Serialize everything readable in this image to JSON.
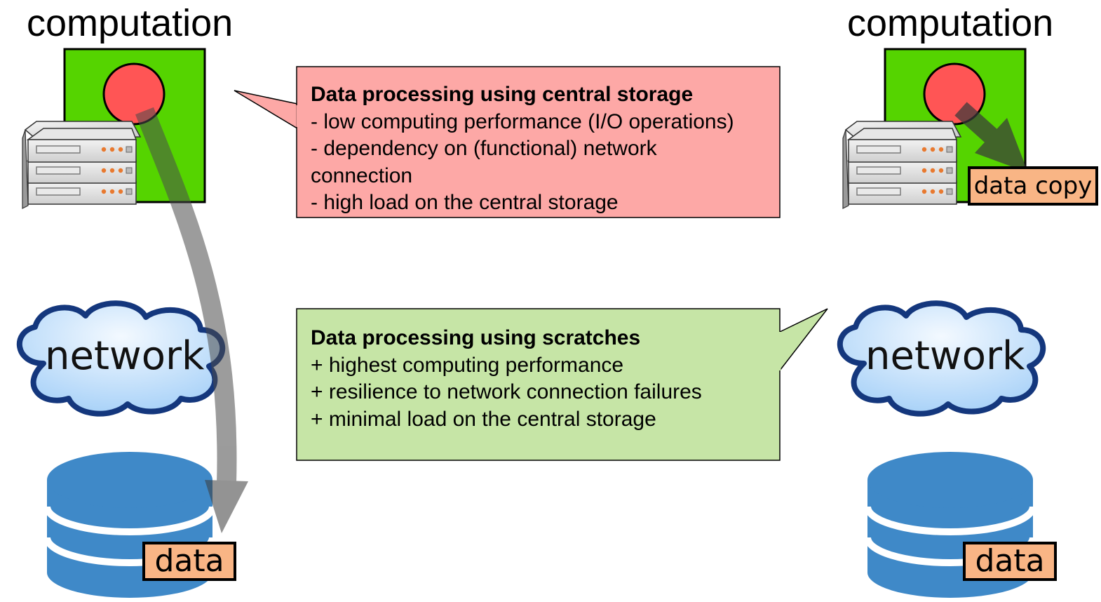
{
  "left_panel": {
    "computation_label": "computation",
    "network_label": "network",
    "data_label": "data"
  },
  "right_panel": {
    "computation_label": "computation",
    "network_label": "network",
    "data_label": "data",
    "data_copy_label": "data copy"
  },
  "central_storage_callout": {
    "title": "Data processing using central storage",
    "lines": [
      "- low computing performance (I/O operations)",
      "- dependency on (functional) network",
      "connection",
      "- high load on the central storage"
    ],
    "background": "#fda8a6"
  },
  "scratches_callout": {
    "title": "Data processing using scratches",
    "lines": [
      "+ highest computing performance",
      "+ resilience to network connection failures",
      "+ minimal load on the central storage"
    ],
    "background": "#c6e5a6"
  },
  "colors": {
    "compute_box": "#55d400",
    "process_dot": "#ff5555",
    "database": "#3f89c8",
    "cloud": "#b8dcfb",
    "cloud_border": "#14377d",
    "data_tag": "#f9b585",
    "flow_arrow": "#555555"
  },
  "icons": [
    "server-stack-icon",
    "cloud-icon",
    "database-icon",
    "process-dot-icon",
    "flow-arrow-icon"
  ]
}
